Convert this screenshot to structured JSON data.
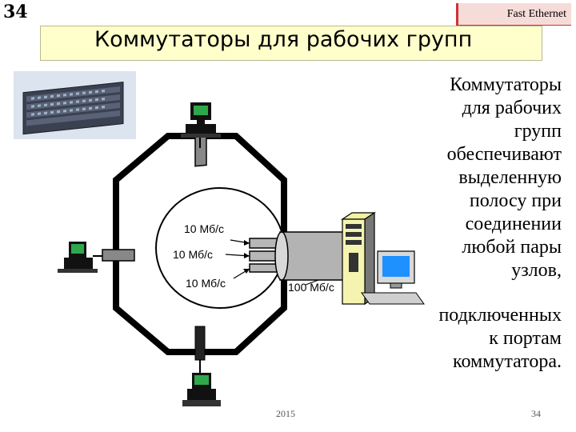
{
  "slide": {
    "number": "34",
    "tag": "Fast Ethernet",
    "title": "Коммутаторы для рабочих групп"
  },
  "description": {
    "part1": [
      "Коммутаторы",
      "для рабочих",
      "групп",
      "обеспечивают",
      "выделенную",
      "полосу при",
      "соединении",
      "любой пары",
      "узлов,"
    ],
    "part2": [
      "подключенных",
      "к портам",
      "коммутатора."
    ]
  },
  "diagram": {
    "port_labels": [
      "10 Мб/с",
      "10 Мб/с",
      "10 Мб/с"
    ],
    "uplink_label": "100 Мб/с"
  },
  "footer": {
    "year": "2015",
    "page": "34"
  },
  "colors": {
    "tag_bg": "#f6dcd9",
    "title_bg": "#ffffcc",
    "monitor_screen": "#1e90ff"
  }
}
